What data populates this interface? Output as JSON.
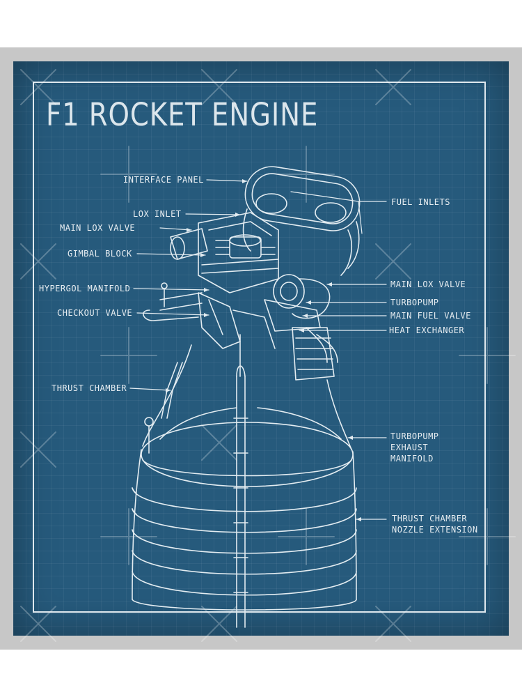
{
  "title": "F1 ROCKET ENGINE",
  "labels": {
    "interface_panel": "INTERFACE PANEL",
    "lox_inlet": "LOX INLET",
    "main_lox_valve_left": "MAIN LOX VALVE",
    "gimbal_block": "GIMBAL BLOCK",
    "hypergol_manifold": "HYPERGOL MANIFOLD",
    "checkout_valve": "CHECKOUT VALVE",
    "thrust_chamber": "THRUST CHAMBER",
    "fuel_inlets": "FUEL INLETS",
    "main_lox_valve_right": "MAIN LOX VALVE",
    "turbopump": "TURBOPUMP",
    "main_fuel_valve": "MAIN FUEL VALVE",
    "heat_exchanger": "HEAT EXCHANGER",
    "turbopump_exhaust_manifold": [
      "TURBOPUMP",
      "EXHAUST",
      "MANIFOLD"
    ],
    "nozzle_extension": [
      "THRUST CHAMBER",
      "NOZZLE EXTENSION"
    ]
  },
  "colors": {
    "blueprint_bg": "#265a7c",
    "line": "#dfe8ee",
    "frame": "#c7c7c7"
  }
}
